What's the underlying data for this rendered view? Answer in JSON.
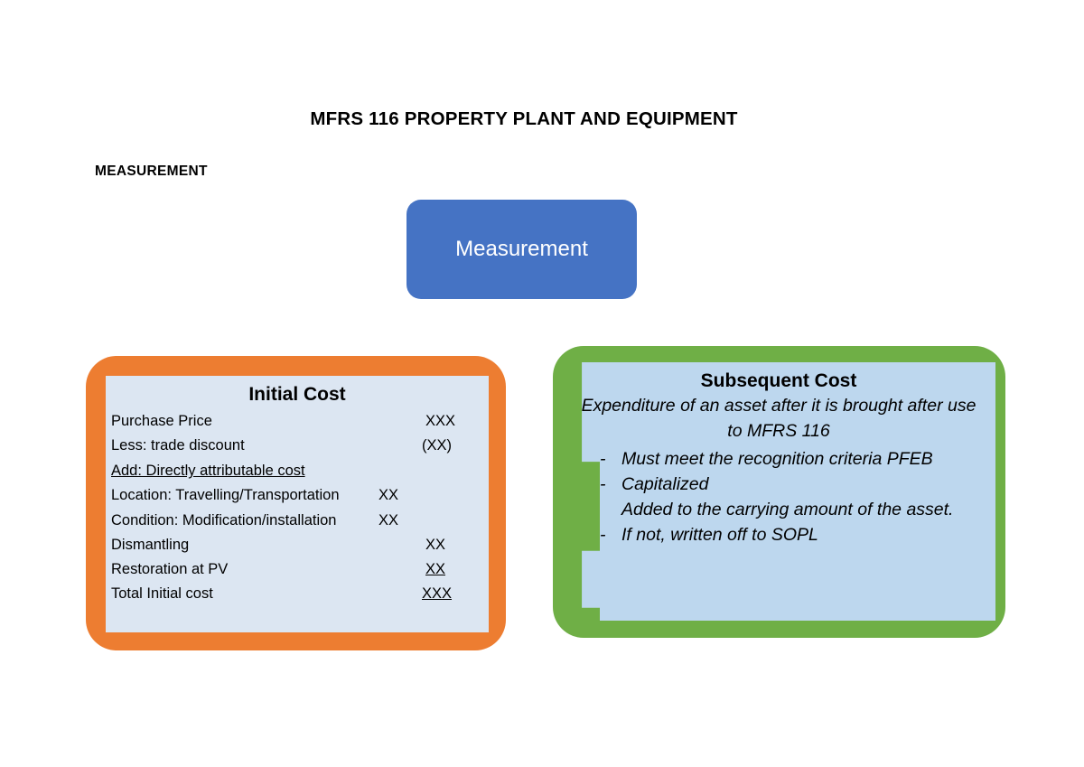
{
  "page": {
    "title": "MFRS 116 PROPERTY PLANT AND EQUIPMENT",
    "section_label": "MEASUREMENT"
  },
  "colors": {
    "blue_node": "#4573C4",
    "orange_card": "#ED7D31",
    "green_card": "#6FAF46",
    "panel_light_blue": "#DCE6F2",
    "panel_blue": "#BDD7EE",
    "text": "#000000",
    "node_text": "#FFFFFF"
  },
  "root_node": {
    "label": "Measurement"
  },
  "initial_cost": {
    "heading": "Initial Cost",
    "rows": [
      {
        "label": "Purchase Price",
        "amount": "XXX",
        "underline": false,
        "label_underline": false
      },
      {
        "label": "Less: trade discount",
        "amount": "(XX)",
        "underline": false,
        "label_underline": false
      },
      {
        "label": "Add: Directly attributable cost",
        "amount": "",
        "underline": false,
        "label_underline": true
      },
      {
        "label": "Location: Travelling/Transportation",
        "amount": "XX",
        "underline": false,
        "label_underline": false
      },
      {
        "label": "Condition: Modification/installation",
        "amount": "XX",
        "underline": false,
        "label_underline": false
      },
      {
        "label": "Dismantling",
        "amount": "XX",
        "underline": false,
        "label_underline": false
      },
      {
        "label": "Restoration at PV",
        "amount": "XX",
        "underline": true,
        "label_underline": false
      },
      {
        "label": "Total Initial cost",
        "amount": "XXX",
        "underline": true,
        "label_underline": false
      }
    ]
  },
  "subsequent_cost": {
    "heading": "Subsequent Cost",
    "intro": "Expenditure of an asset after it is brought after use to MFRS 116",
    "bullets": [
      {
        "dash": "-",
        "text": "Must meet the recognition criteria PFEB"
      },
      {
        "dash": "-",
        "text": "Capitalized"
      },
      {
        "dash": "",
        "text": "Added to the carrying amount of the asset."
      },
      {
        "dash": "-",
        "text": "If not, written off to SOPL"
      }
    ]
  }
}
